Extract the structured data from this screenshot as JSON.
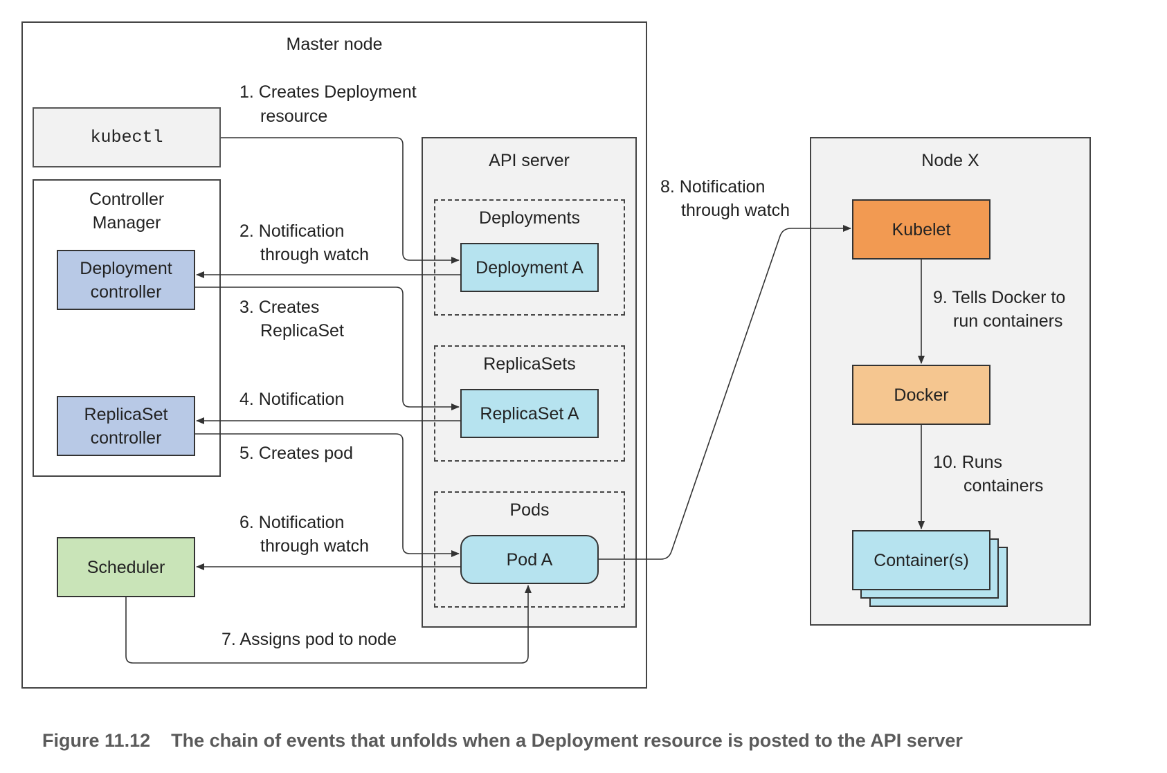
{
  "colors": {
    "blue_controller": "#b8c9e6",
    "cyan_resource": "#b6e3ef",
    "green_scheduler": "#c9e4b8",
    "orange_kubelet": "#f29a52",
    "peach_docker": "#f5c690",
    "gray_panel": "#f2f2f2"
  },
  "master": {
    "title": "Master node",
    "kubectl": "kubectl",
    "controller_manager": {
      "title_line1": "Controller",
      "title_line2": "Manager",
      "deployment_controller": {
        "line1": "Deployment",
        "line2": "controller"
      },
      "replicaset_controller": {
        "line1": "ReplicaSet",
        "line2": "controller"
      }
    },
    "scheduler": "Scheduler",
    "api_server": {
      "title": "API server",
      "deployments": {
        "title": "Deployments",
        "item": "Deployment A"
      },
      "replicasets": {
        "title": "ReplicaSets",
        "item": "ReplicaSet A"
      },
      "pods": {
        "title": "Pods",
        "item": "Pod A"
      }
    }
  },
  "node_x": {
    "title": "Node X",
    "kubelet": "Kubelet",
    "docker": "Docker",
    "containers": "Container(s)"
  },
  "steps": {
    "s1": {
      "line1": "1. Creates Deployment",
      "line2": "resource"
    },
    "s2": {
      "line1": "2. Notification",
      "line2": "through watch"
    },
    "s3": {
      "line1": "3. Creates",
      "line2": "ReplicaSet"
    },
    "s4": "4. Notification",
    "s5": "5. Creates pod",
    "s6": {
      "line1": "6. Notification",
      "line2": "through watch"
    },
    "s7": "7. Assigns pod to node",
    "s8": {
      "line1": "8. Notification",
      "line2": "through watch"
    },
    "s9": {
      "line1": "9. Tells Docker to",
      "line2": "run containers"
    },
    "s10": {
      "line1": "10. Runs",
      "line2": "containers"
    }
  },
  "caption": {
    "label": "Figure 11.12",
    "text": "The chain of events that unfolds when a Deployment resource is posted to the API server"
  }
}
